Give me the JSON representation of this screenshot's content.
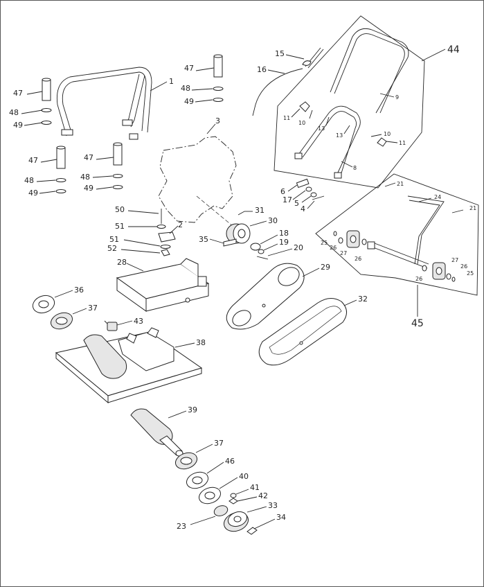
{
  "callouts": {
    "c1": "1",
    "c3": "3",
    "c15": "15",
    "c16": "16",
    "c44": "44",
    "c9": "9",
    "c11a": "11",
    "c10a": "10",
    "c13a": "13",
    "c13b": "13",
    "c10b": "10",
    "c11b": "11",
    "c8": "8",
    "c47a": "47",
    "c48a": "48",
    "c49a": "49",
    "c47b": "47",
    "c48b": "48",
    "c49b": "49",
    "c47c": "47",
    "c48c": "48",
    "c49c": "49",
    "c47d": "47",
    "c48d": "48",
    "c49d": "49",
    "c6": "6",
    "c17": "17",
    "c5": "5",
    "c4": "4",
    "c21a": "21",
    "c24": "24",
    "c21b": "21",
    "c25a": "25",
    "c26a": "26",
    "c27a": "27",
    "c26b": "26",
    "c27b": "27",
    "c26c": "26",
    "c25b": "25",
    "c26d": "26",
    "c45": "45",
    "c50": "50",
    "c51a": "51",
    "c2": "2",
    "c51b": "51",
    "c52": "52",
    "c31": "31",
    "c30": "30",
    "c35": "35",
    "c18": "18",
    "c19": "19",
    "c20": "20",
    "c28": "28",
    "c29": "29",
    "c36": "36",
    "c37a": "37",
    "c43": "43",
    "c32": "32",
    "c38": "38",
    "c39": "39",
    "c37b": "37",
    "c46": "46",
    "c40": "40",
    "c41": "41",
    "c42": "42",
    "c23": "23",
    "c33": "33",
    "c34": "34"
  }
}
